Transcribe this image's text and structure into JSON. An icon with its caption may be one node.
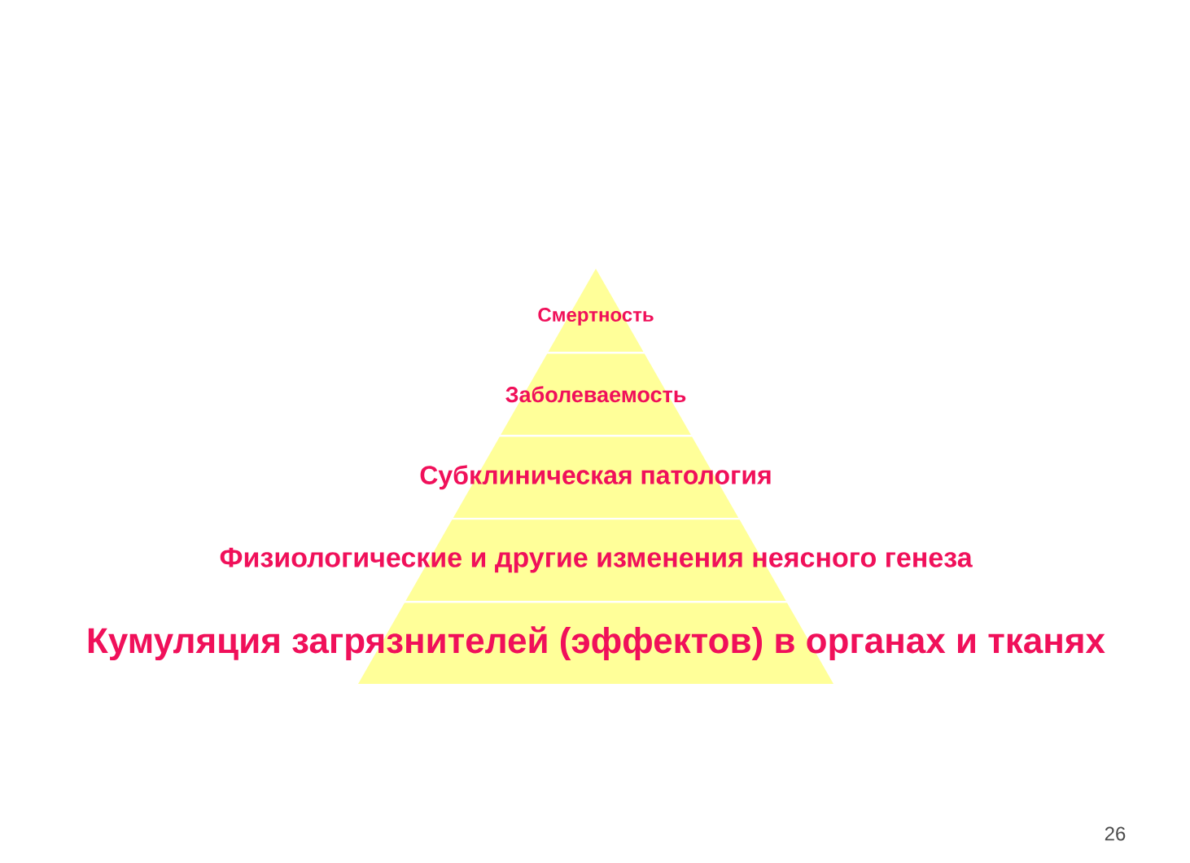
{
  "diagram": {
    "nodes": [
      {
        "text": [
          "Смертность"
        ]
      },
      {
        "text": [
          "Заболеваемость"
        ]
      },
      {
        "text": [
          "Субклиническая патология"
        ]
      },
      {
        "text": [
          "Физиологические и другие изменения неясного генеза"
        ]
      },
      {
        "text": [
          "Кумуляция загрязнителей (эффектов) в органах и тканях"
        ]
      }
    ],
    "labels": [
      "26"
    ]
  }
}
